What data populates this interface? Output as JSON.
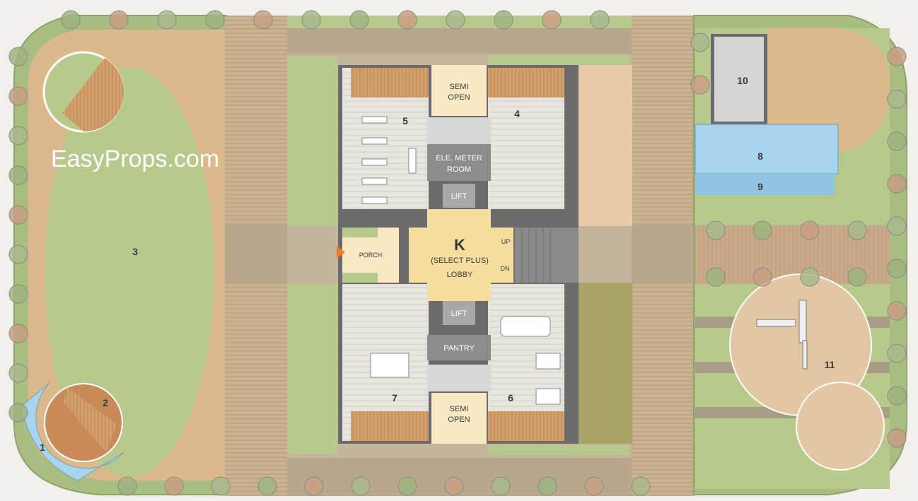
{
  "plan": {
    "amenities": [
      {
        "id": "1",
        "label": "1"
      },
      {
        "id": "2",
        "label": "2"
      },
      {
        "id": "3",
        "label": "3"
      },
      {
        "id": "4",
        "label": "4"
      },
      {
        "id": "5",
        "label": "5"
      },
      {
        "id": "6",
        "label": "6"
      },
      {
        "id": "7",
        "label": "7"
      },
      {
        "id": "8",
        "label": "8"
      },
      {
        "id": "9",
        "label": "9"
      },
      {
        "id": "10",
        "label": "10"
      },
      {
        "id": "11",
        "label": "11"
      }
    ],
    "rooms": {
      "semi_open_top_1": "SEMI",
      "semi_open_top_2": "OPEN",
      "semi_open_bottom_1": "SEMI",
      "semi_open_bottom_2": "OPEN",
      "meter_room_1": "ELE. METER",
      "meter_room_2": "ROOM",
      "lift_top": "LIFT",
      "lift_bottom": "LIFT",
      "pantry": "PANTRY",
      "porch": "PORCH",
      "tower": "K",
      "tower_sub": "(SELECT PLUS)",
      "lobby": "LOBBY",
      "stairs_up": "UP",
      "stairs_down": "DN"
    },
    "watermark": "EasyProps.com",
    "colors": {
      "lawn": "#b8c98c",
      "path": "#dcb98b",
      "deck": "#c7b08f",
      "pool": "#a8d5ee",
      "lobby": "#f5dc9f",
      "porch": "#f9e8c4",
      "entry_arrow": "#f07a2a",
      "walls": "#6b6b6b"
    }
  }
}
